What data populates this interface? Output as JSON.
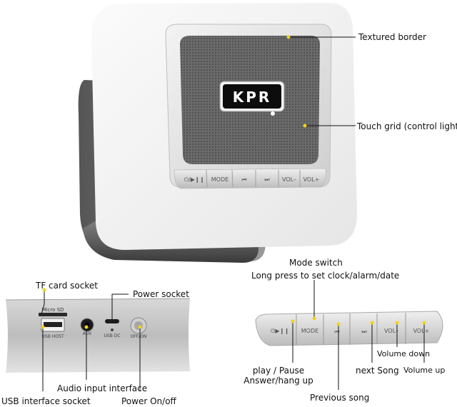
{
  "brand": "KPR",
  "top_buttons": [
    "⏻/▶❙❙",
    "MODE",
    "⏮",
    "⏭",
    "VOL–",
    "VOL+"
  ],
  "zoom_buttons": [
    "⏻▶❙❙",
    "MODE",
    "⏮",
    "⏭",
    "VOL–",
    "VOL+"
  ],
  "back_panel": {
    "micro_sd": "Micro SD",
    "usb_host": "USB HOST",
    "aux": "AUX",
    "usb_dc": "USB DC",
    "off_on": "OFF/ON"
  },
  "labels": {
    "textured_border": "Textured border",
    "touch_grid": "Touch grid (control light)",
    "tf_card": "TF card socket",
    "power_socket": "Power socket",
    "audio_input": "Audio input interface",
    "usb_interface": "USB interface socket",
    "power_onoff": "Power On/off",
    "mode_switch": "Mode switch",
    "long_press": "Long press to set clock/alarm/date",
    "play_pause": "play / Pause\nAnswer/hang up",
    "previous_song": "Previous song",
    "next_song": "next Song",
    "volume_down": "Volume down",
    "volume_up": "Volume up"
  }
}
